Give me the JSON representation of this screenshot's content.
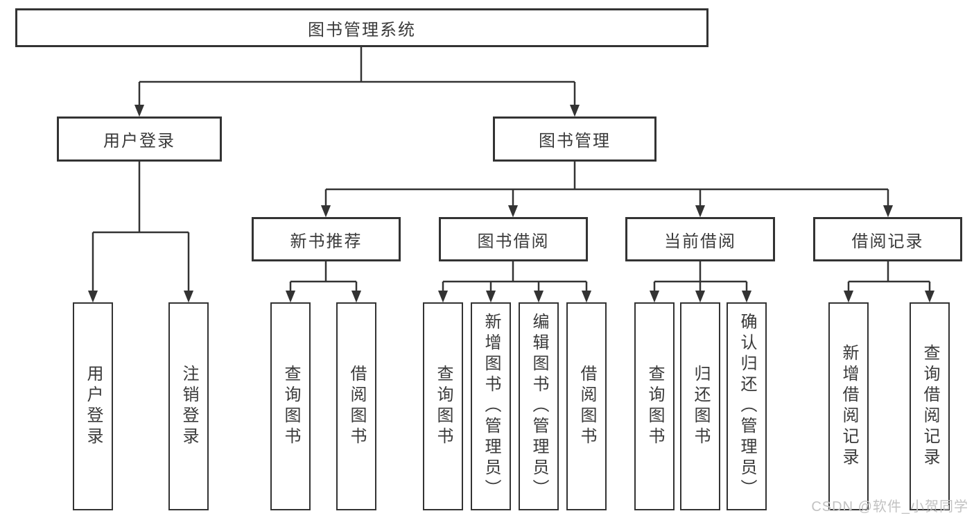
{
  "tree": {
    "root": "图书管理系统",
    "children": [
      {
        "label": "用户登录",
        "children": [
          "用户登录",
          "注销登录"
        ]
      },
      {
        "label": "图书管理",
        "children": [
          {
            "label": "新书推荐",
            "children": [
              "查询图书",
              "借阅图书"
            ]
          },
          {
            "label": "图书借阅",
            "children": [
              "查询图书",
              "新增图书（管理员）",
              "编辑图书（管理员）",
              "借阅图书"
            ]
          },
          {
            "label": "当前借阅",
            "children": [
              "查询图书",
              "归还图书",
              "确认归还（管理员）"
            ]
          },
          {
            "label": "借阅记录",
            "children": [
              "新增借阅记录",
              "查询借阅记录"
            ]
          }
        ]
      }
    ]
  },
  "watermark": {
    "text": "CSDN @软件_小贺同学"
  },
  "colors": {
    "line": "#333333",
    "text": "#3a3a3a",
    "bg": "#ffffff",
    "watermark": "#c2c2c2"
  }
}
